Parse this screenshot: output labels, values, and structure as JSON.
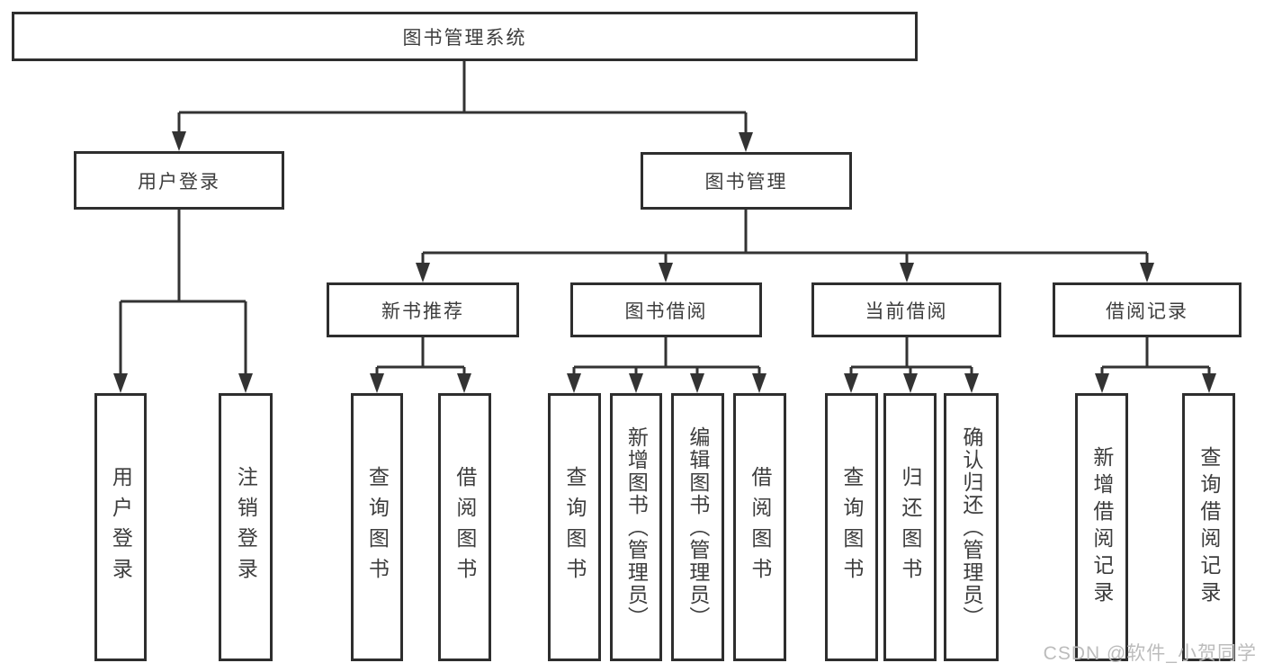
{
  "diagram": {
    "title": "图书管理系统",
    "colors": {
      "line": "#333333",
      "border": "#2e2e2e",
      "text": "#3d3d3d",
      "watermark": "#bcbcbc",
      "background": "#ffffff"
    },
    "tree": {
      "root": {
        "label": "图书管理系统"
      },
      "children": [
        {
          "label": "用户登录",
          "children": [
            {
              "label": "用户登录"
            },
            {
              "label": "注销登录"
            }
          ]
        },
        {
          "label": "图书管理",
          "children": [
            {
              "label": "新书推荐",
              "children": [
                {
                  "label": "查询图书"
                },
                {
                  "label": "借阅图书"
                }
              ]
            },
            {
              "label": "图书借阅",
              "children": [
                {
                  "label": "查询图书"
                },
                {
                  "label": "新增图书（管理员）"
                },
                {
                  "label": "编辑图书（管理员）"
                },
                {
                  "label": "借阅图书"
                }
              ]
            },
            {
              "label": "当前借阅",
              "children": [
                {
                  "label": "查询图书"
                },
                {
                  "label": "归还图书"
                },
                {
                  "label": "确认归还（管理员）"
                }
              ]
            },
            {
              "label": "借阅记录",
              "children": [
                {
                  "label": "新增借阅记录"
                },
                {
                  "label": "查询借阅记录"
                }
              ]
            }
          ]
        }
      ]
    },
    "watermark": {
      "text": "CSDN @软件_小贺同学"
    }
  }
}
